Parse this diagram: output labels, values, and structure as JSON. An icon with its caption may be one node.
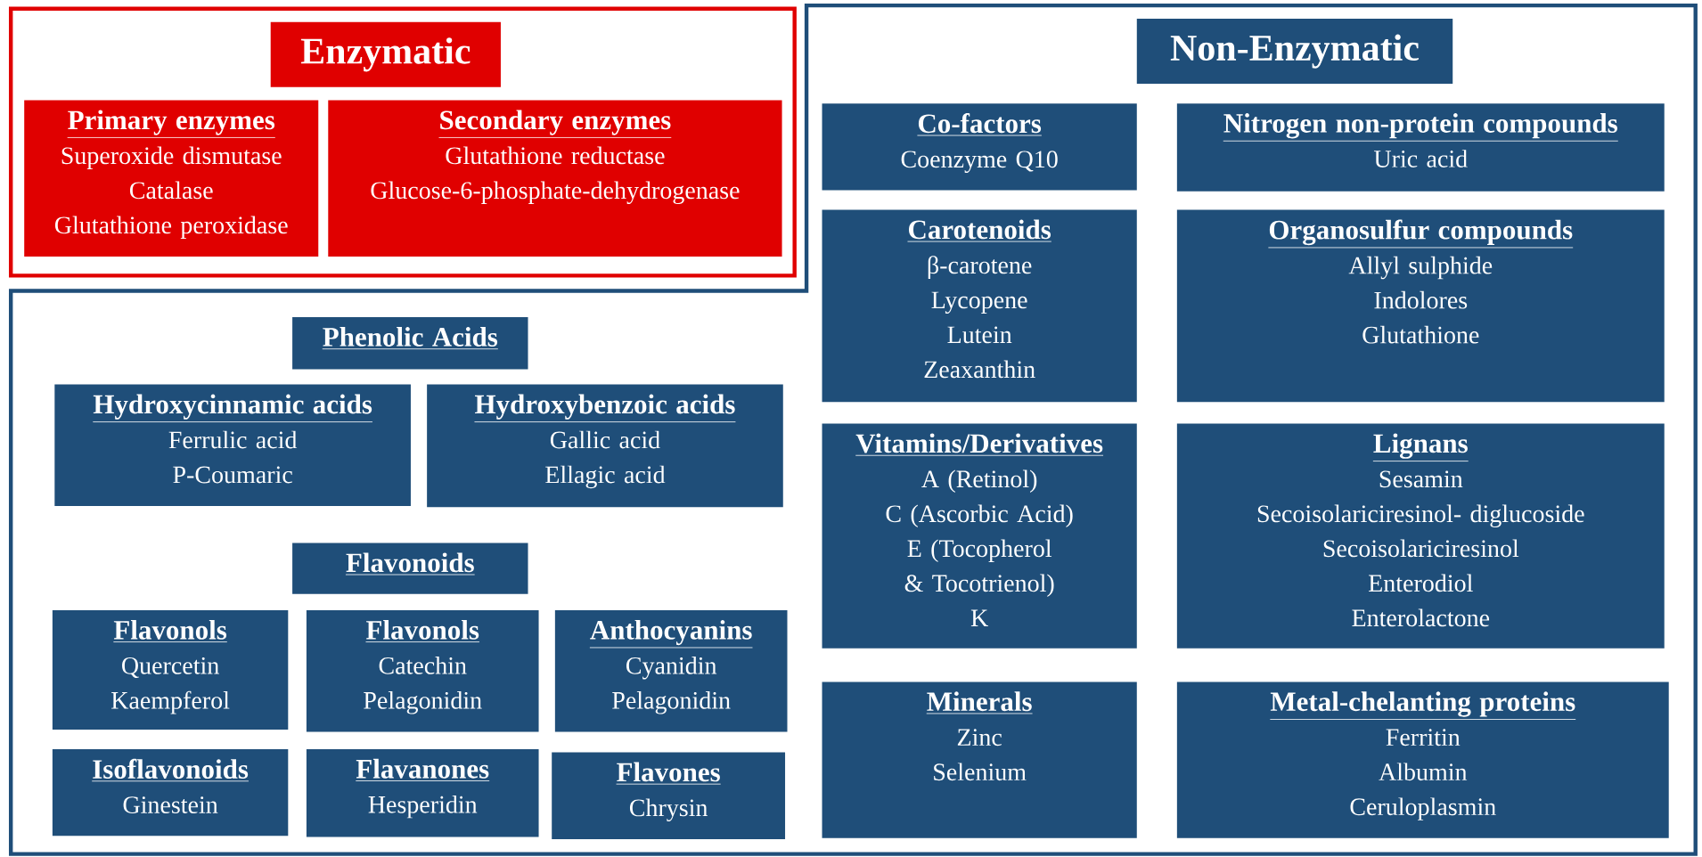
{
  "diagram": {
    "nodes": [
      {
        "text": [
          "Enzymatic"
        ]
      },
      {
        "text": [
          "Primary enzymes",
          "Superoxide dismutase",
          "Catalase",
          "Glutathione peroxidase"
        ],
        "in": 0
      },
      {
        "text": [
          "Secondary enzymes",
          "Glutathione reductase",
          "Glucose-6-phosphate-dehydrogenase"
        ],
        "in": 0
      },
      {
        "text": [
          "Non-Enzymatic"
        ]
      },
      {
        "text": [
          "Phenolic Acids"
        ],
        "in": 3
      },
      {
        "text": [
          "Hydroxycinnamic acids",
          "Ferrulic acid",
          "P-Coumaric"
        ],
        "in": 3
      },
      {
        "text": [
          "Hydroxybenzoic acids",
          "Gallic acid",
          "Ellagic acid"
        ],
        "in": 3
      },
      {
        "text": [
          "Flavonoids"
        ],
        "in": 3
      },
      {
        "text": [
          "Flavonols",
          "Quercetin",
          "Kaempferol"
        ],
        "in": 3
      },
      {
        "text": [
          "Flavonols",
          "Catechin",
          "Pelagonidin"
        ],
        "in": 3
      },
      {
        "text": [
          "Anthocyanins",
          "Cyanidin",
          "Pelagonidin"
        ],
        "in": 3
      },
      {
        "text": [
          "Isoflavonoids",
          "Ginestein"
        ],
        "in": 3
      },
      {
        "text": [
          "Flavanones",
          "Hesperidin"
        ],
        "in": 3
      },
      {
        "text": [
          "Flavones",
          "Chrysin"
        ],
        "in": 3
      },
      {
        "text": [
          "Co-factors",
          "Coenzyme Q10"
        ],
        "in": 3
      },
      {
        "text": [
          "Nitrogen non-protein compounds",
          "Uric acid"
        ],
        "in": 3
      },
      {
        "text": [
          "Carotenoids",
          "β-carotene",
          "Lycopene",
          "Lutein",
          "Zeaxanthin"
        ],
        "in": 3
      },
      {
        "text": [
          "Organosulfur compounds",
          "Allyl sulphide",
          "Indolores",
          "Glutathione"
        ],
        "in": 3
      },
      {
        "text": [
          "Vitamins/Derivatives",
          "A (Retinol)",
          "C (Ascorbic Acid)",
          "E (Tocopherol & Tocotrienol)",
          "K"
        ],
        "in": 3
      },
      {
        "text": [
          "Lignans",
          "Sesamin",
          "Secoisolariciresinol- diglucoside",
          "Secoisolariciresinol",
          "Enterodiol",
          "Enterolactone"
        ],
        "in": 3
      },
      {
        "text": [
          "Minerals",
          "Zinc",
          "Selenium"
        ],
        "in": 3
      },
      {
        "text": [
          "Metal-chelanting proteins",
          "Ferritin",
          "Albumin",
          "Ceruloplasmin"
        ],
        "in": 3
      }
    ]
  }
}
